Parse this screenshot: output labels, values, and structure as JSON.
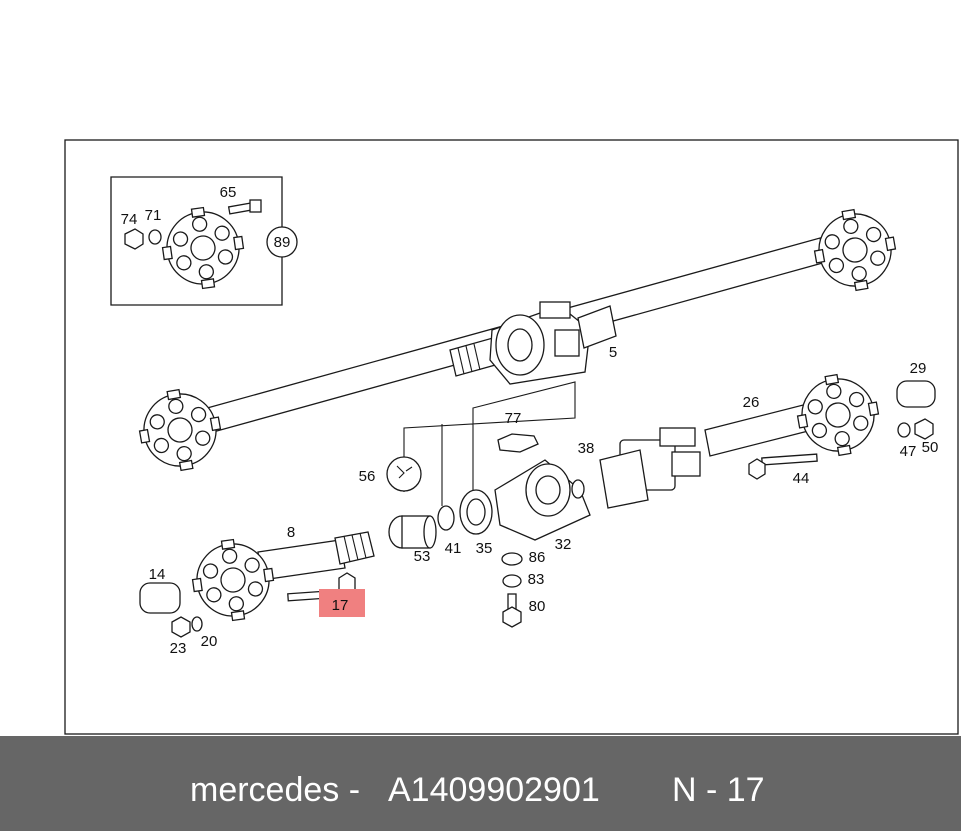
{
  "diagram": {
    "callouts": {
      "p65": "65",
      "p74": "74",
      "p71": "71",
      "p89": "89",
      "p5": "5",
      "p77": "77",
      "p38": "38",
      "p29": "29",
      "p26": "26",
      "p56": "56",
      "p47": "47",
      "p50": "50",
      "p44": "44",
      "p8": "8",
      "p53": "53",
      "p41": "41",
      "p35": "35",
      "p32": "32",
      "p86": "86",
      "p83": "83",
      "p14": "14",
      "p17": "17",
      "p80": "80",
      "p23": "23",
      "p20": "20"
    },
    "highlighted_part": "17",
    "highlight_color": "#f08080"
  },
  "footer": {
    "brand": "mercedes -",
    "part_number": "A1409902901",
    "position": "N - 17"
  }
}
